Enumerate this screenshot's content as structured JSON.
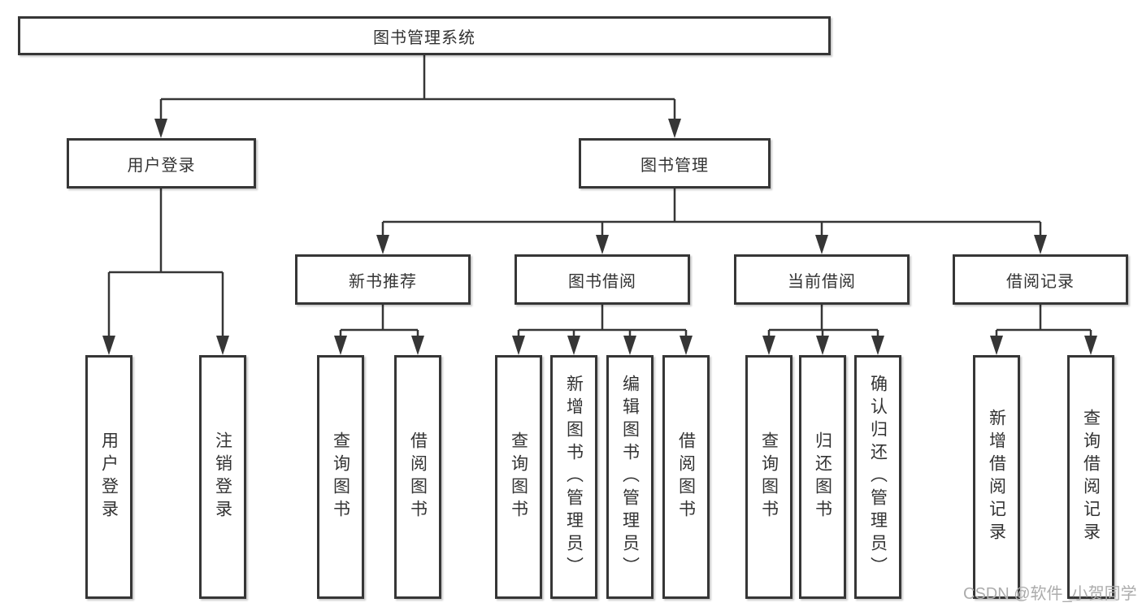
{
  "diagram": {
    "root": {
      "label": "图书管理系统"
    },
    "level2": [
      {
        "label": "用户登录"
      },
      {
        "label": "图书管理"
      }
    ],
    "level3": [
      {
        "label": "新书推荐"
      },
      {
        "label": "图书借阅"
      },
      {
        "label": "当前借阅"
      },
      {
        "label": "借阅记录"
      }
    ],
    "leaves": {
      "user_login": [
        {
          "label": "用户登录"
        },
        {
          "label": "注销登录"
        }
      ],
      "new_book_recommend": [
        {
          "label": "查询图书"
        },
        {
          "label": "借阅图书"
        }
      ],
      "book_borrow": [
        {
          "label": "查询图书"
        },
        {
          "label": "新增图书（管理员）"
        },
        {
          "label": "编辑图书（管理员）"
        },
        {
          "label": "借阅图书"
        }
      ],
      "current_borrow": [
        {
          "label": "查询图书"
        },
        {
          "label": "归还图书"
        },
        {
          "label": "确认归还（管理员）"
        }
      ],
      "borrow_records": [
        {
          "label": "新增借阅记录"
        },
        {
          "label": "查询借阅记录"
        }
      ]
    },
    "watermark": "CSDN @软件_小贺同学",
    "colors": {
      "line": "#363636",
      "text": "#333333",
      "watermark": "#acacac",
      "background": "#ffffff"
    }
  }
}
